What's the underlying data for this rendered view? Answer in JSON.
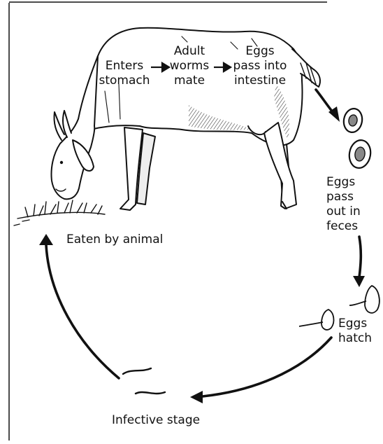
{
  "stages": {
    "enters_stomach": [
      "Enters",
      "stomach"
    ],
    "adult_worms_mate": [
      "Adult",
      "worms",
      "mate"
    ],
    "eggs_into_intestine": [
      "Eggs",
      "pass into",
      "intestine"
    ],
    "eggs_pass_out": [
      "Eggs",
      "pass",
      "out in",
      "feces"
    ],
    "eggs_hatch": [
      "Eggs",
      "hatch"
    ],
    "infective_stage": "Infective stage",
    "eaten_by_animal": "Eaten by animal"
  },
  "colors": {
    "ink": "#111111",
    "goat_shade": "#555555",
    "paper": "#ffffff"
  }
}
